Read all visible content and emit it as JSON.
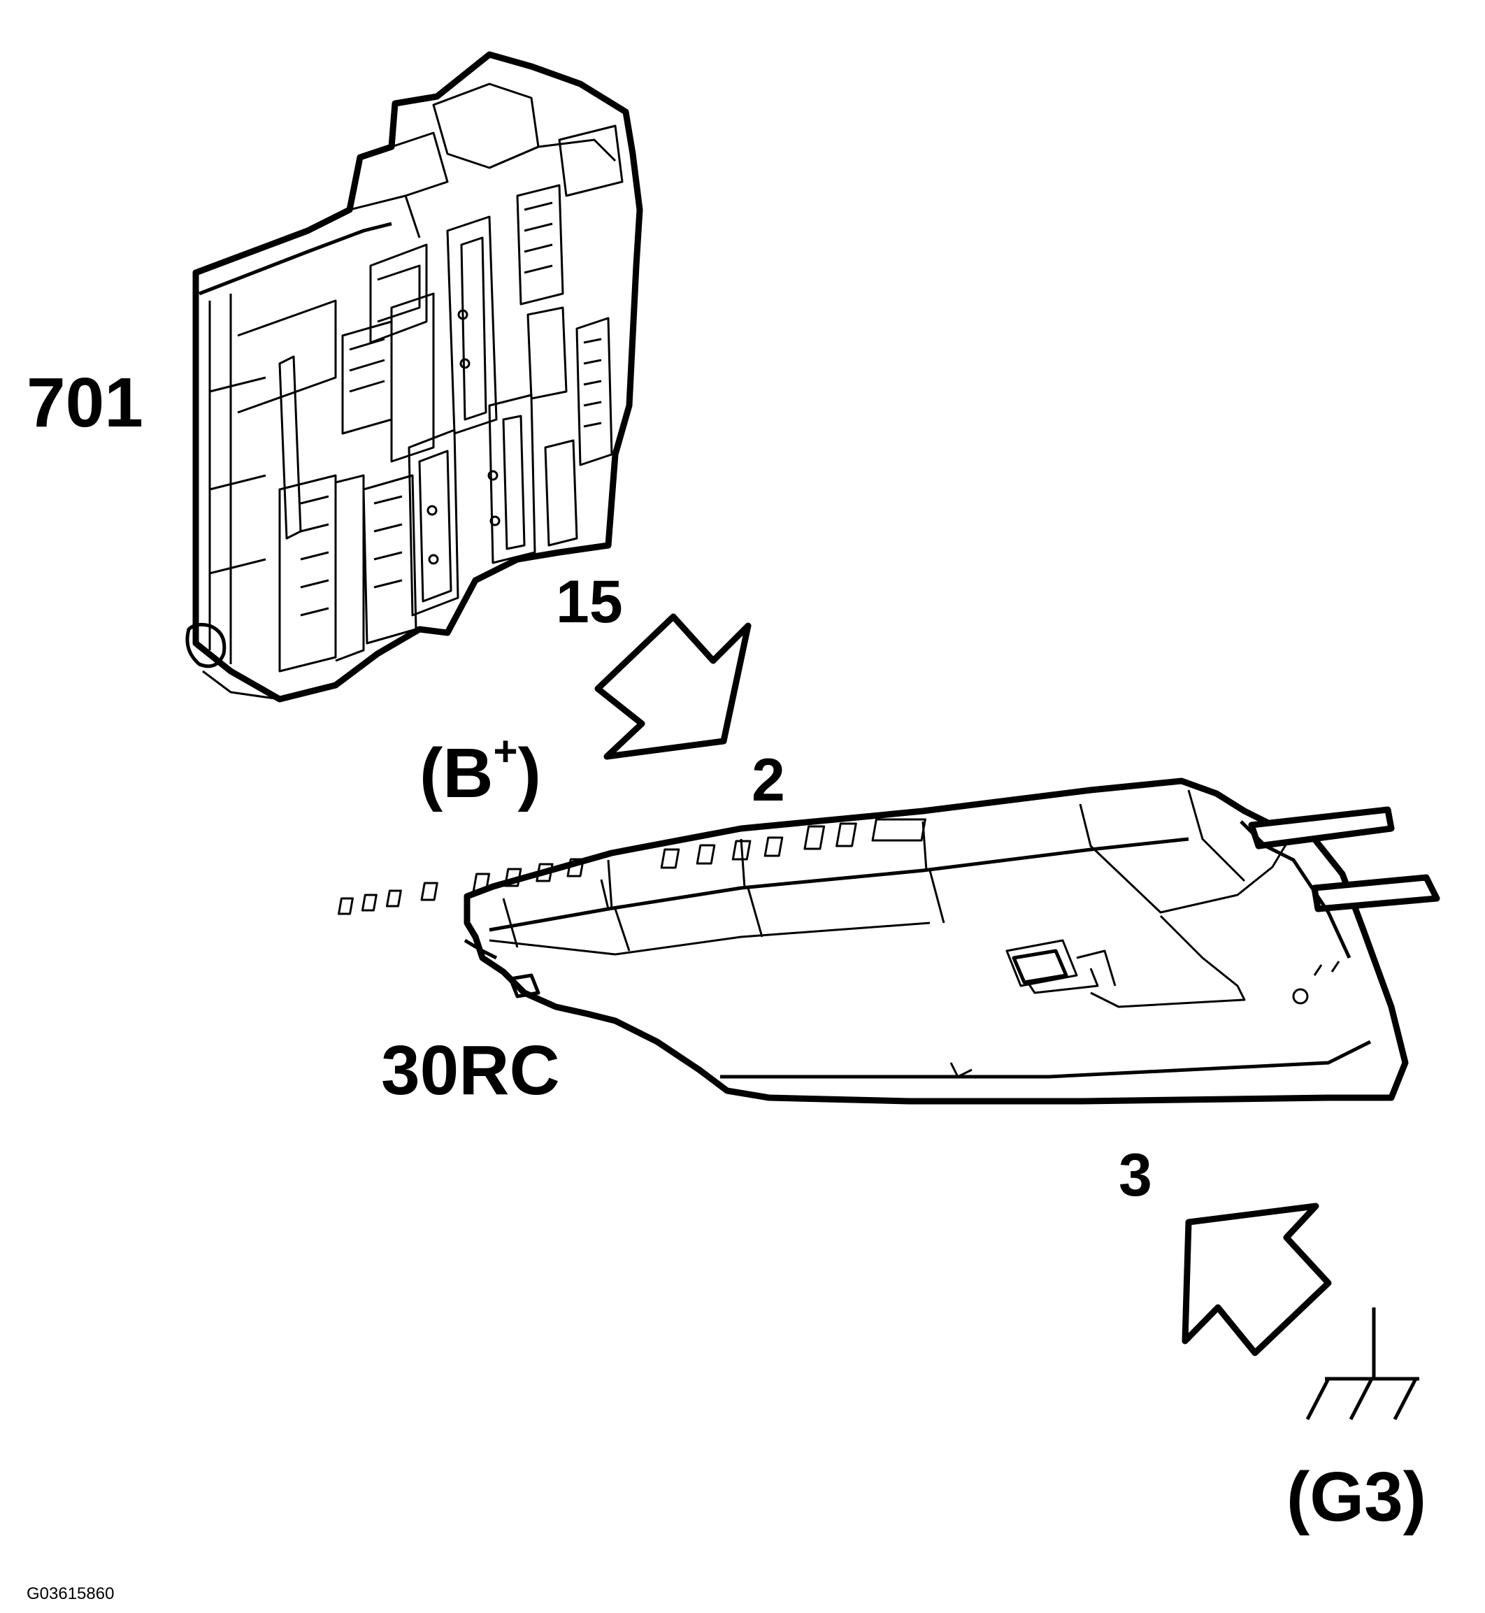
{
  "labels": {
    "fuse_box": "701",
    "terminal_15": "15",
    "supply": "(B",
    "supply_sup": "+",
    "supply_close": ")",
    "pin_2": "2",
    "terminal_30rc": "30RC",
    "pin_3": "3",
    "ground": "(G3)"
  },
  "figure_id": "G03615860",
  "colors": {
    "ink": "#000000",
    "paper": "#ffffff"
  }
}
